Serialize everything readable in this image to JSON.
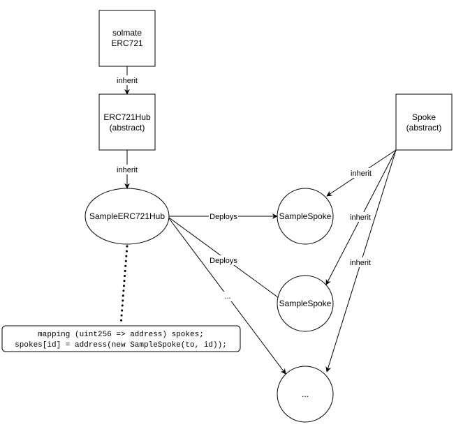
{
  "nodes": {
    "solmate": {
      "line1": "solmate",
      "line2": "ERC721"
    },
    "erc721hub": {
      "line1": "ERC721Hub",
      "line2": "(abstract)"
    },
    "spoke": {
      "line1": "Spoke",
      "line2": "(abstract)"
    },
    "sample_hub": {
      "label": "SampleERC721Hub"
    },
    "sample_spoke_1": {
      "label": "SampleSpoke"
    },
    "sample_spoke_2": {
      "label": "SampleSpoke"
    },
    "ellipsis_node": {
      "label": "..."
    }
  },
  "edges": {
    "solmate_to_hub": "inherit",
    "hub_to_sample": "inherit",
    "spoke_to_s1": "inherit",
    "spoke_to_s2": "inherit",
    "spoke_to_more": "inherit",
    "deploy_1": "Deploys",
    "deploy_2": "Deploys",
    "deploy_more": "..."
  },
  "code_note": {
    "line1": "mapping (uint256 => address) spokes;",
    "line2": "spokes[id] = address(new SampleSpoke(to, id));"
  }
}
